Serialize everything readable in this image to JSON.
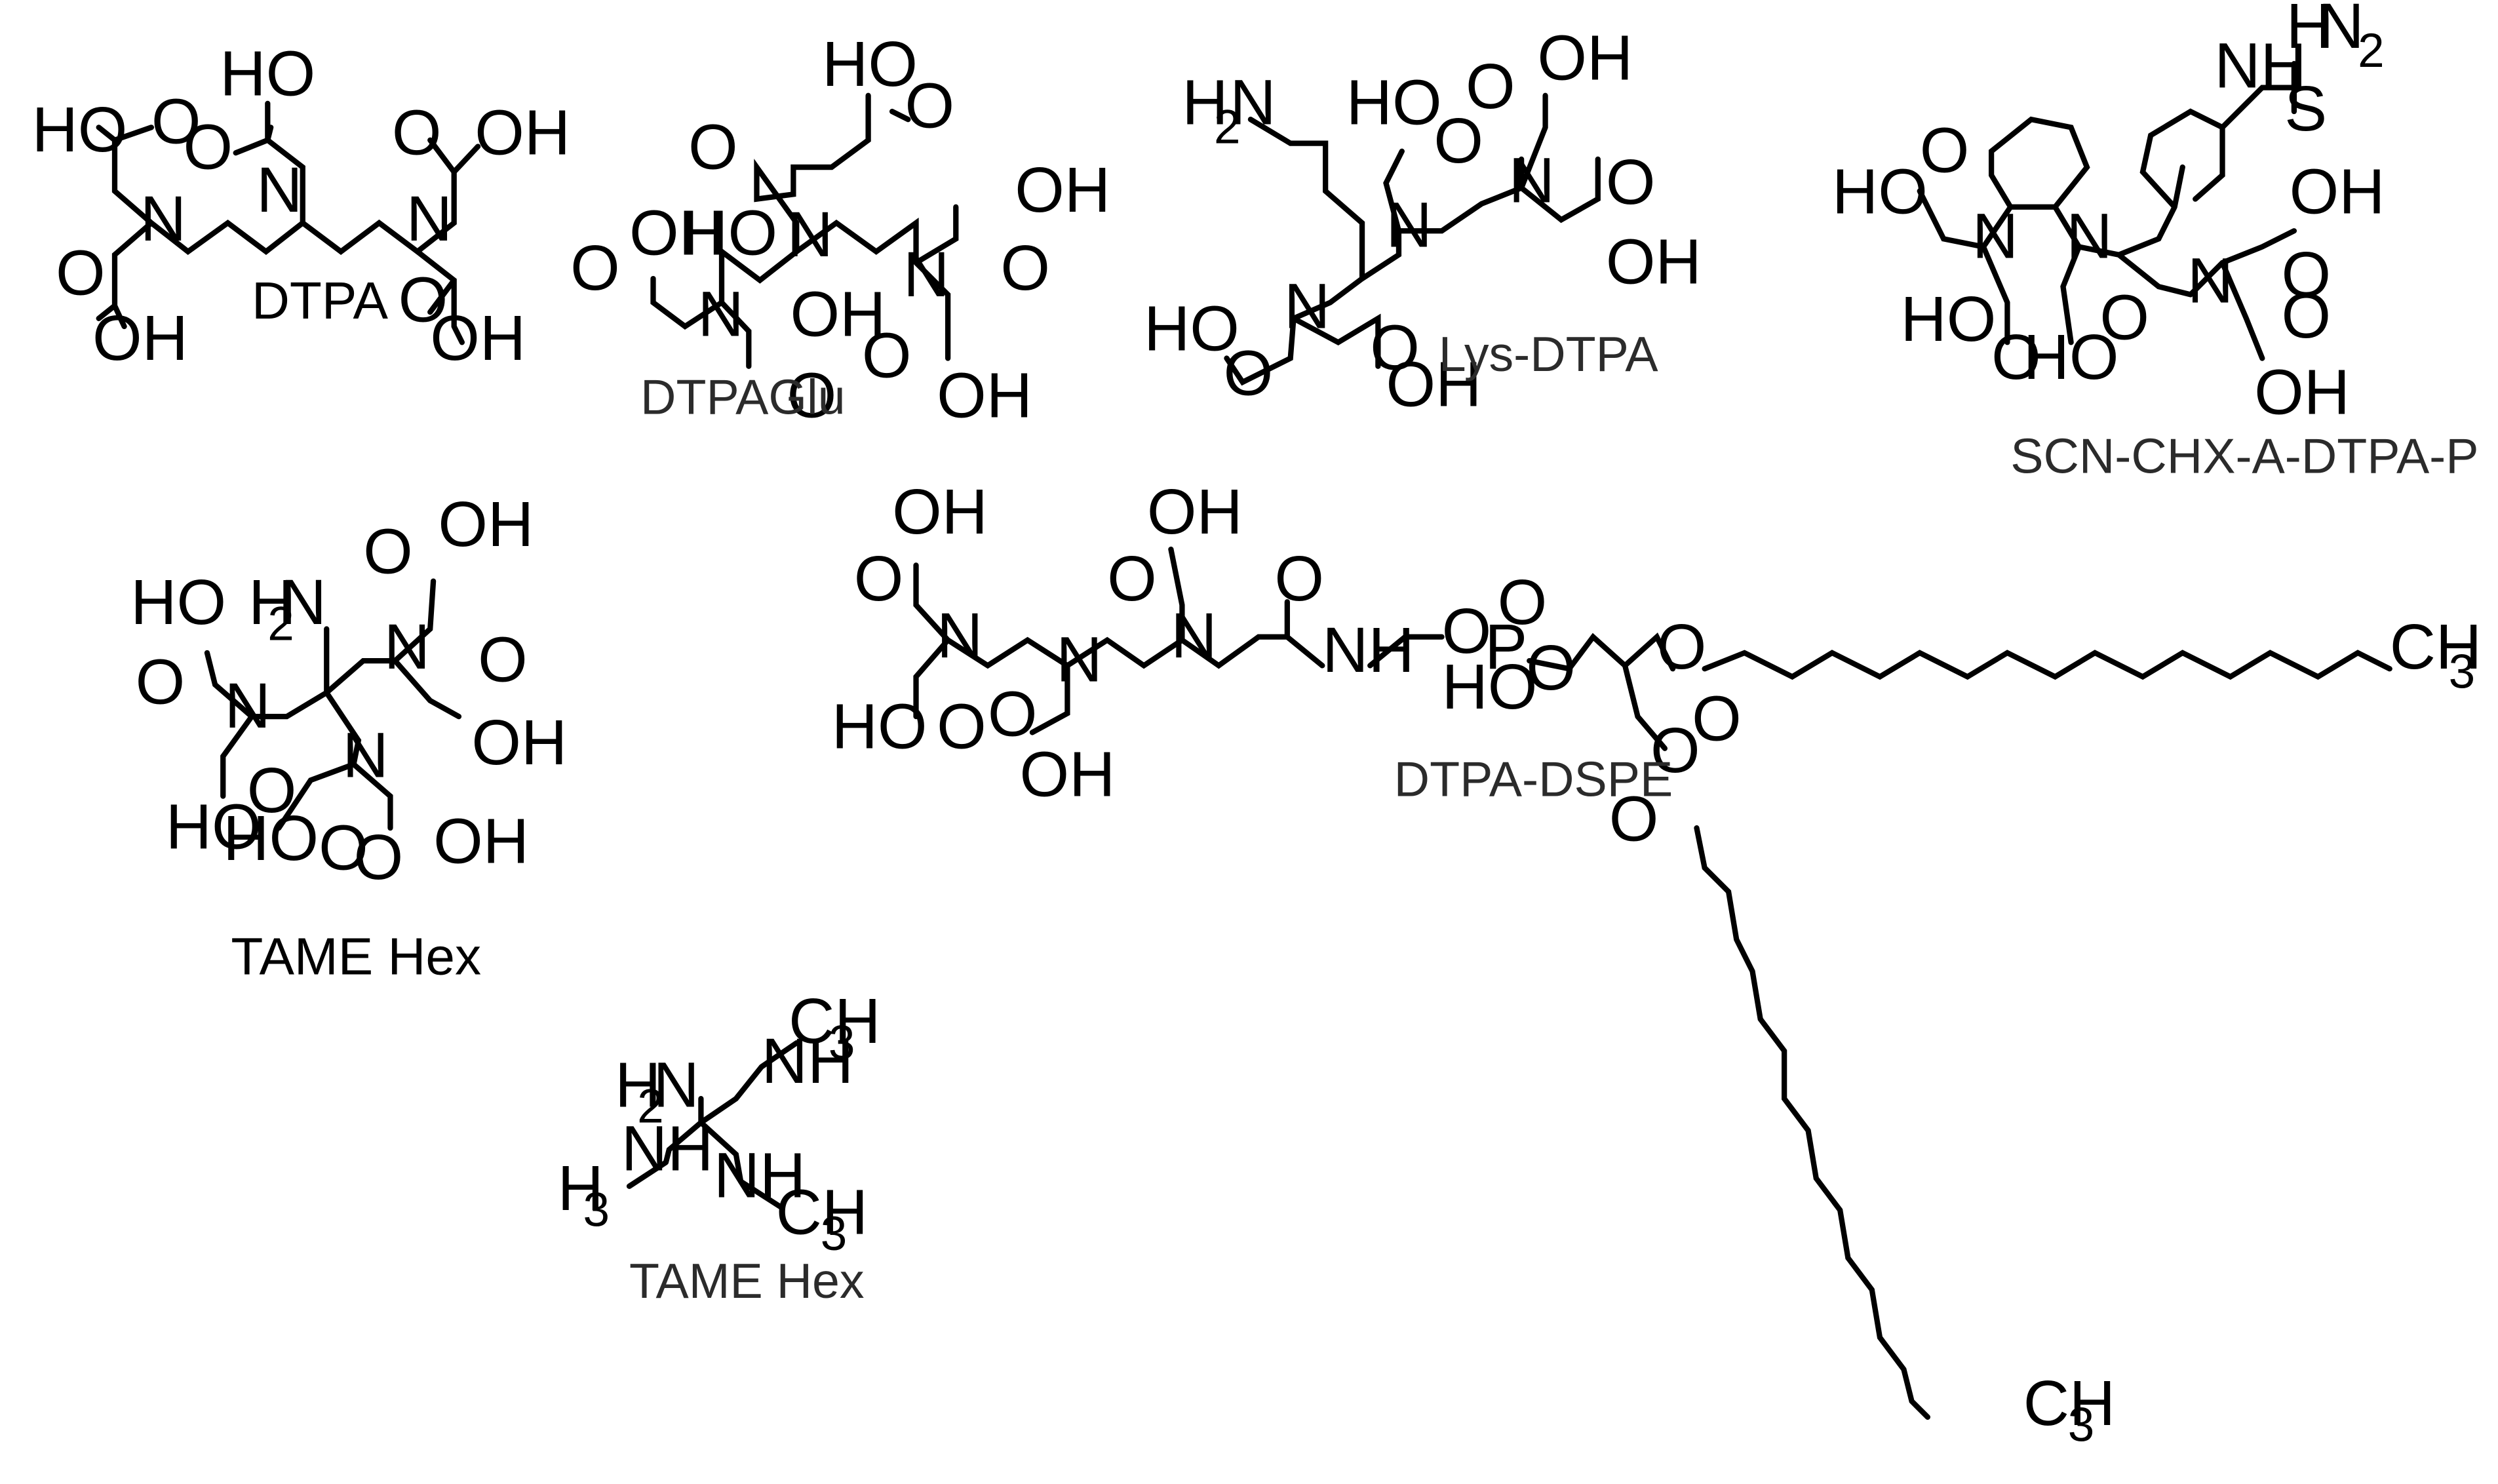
{
  "figure": {
    "background": "#ffffff",
    "ink": "#000000",
    "caption_color": "#2b2b2b"
  },
  "molecules": [
    {
      "id": "dtpa",
      "caption": "DTPA"
    },
    {
      "id": "dtpaglu",
      "caption": "DTPAGlu"
    },
    {
      "id": "lys-dtpa",
      "caption": "Lys-DTPA"
    },
    {
      "id": "scn-chx-a-dtpa-p",
      "caption": "SCN-CHX-A-DTPA-P"
    },
    {
      "id": "tame-hex-1",
      "caption": "TAME Hex"
    },
    {
      "id": "dtpa-dspe",
      "caption": "DTPA-DSPE"
    },
    {
      "id": "tame-hex-2",
      "caption": "TAME Hex"
    }
  ],
  "labels": {
    "ho": "HO",
    "oh": "OH",
    "o": "O",
    "n": "N",
    "nh": "NH",
    "h": "H",
    "h2n_h": "H",
    "h3c_h": "H",
    "p": "P",
    "s": "S",
    "ch": "CH",
    "sub2": "2",
    "sub3": "3"
  }
}
